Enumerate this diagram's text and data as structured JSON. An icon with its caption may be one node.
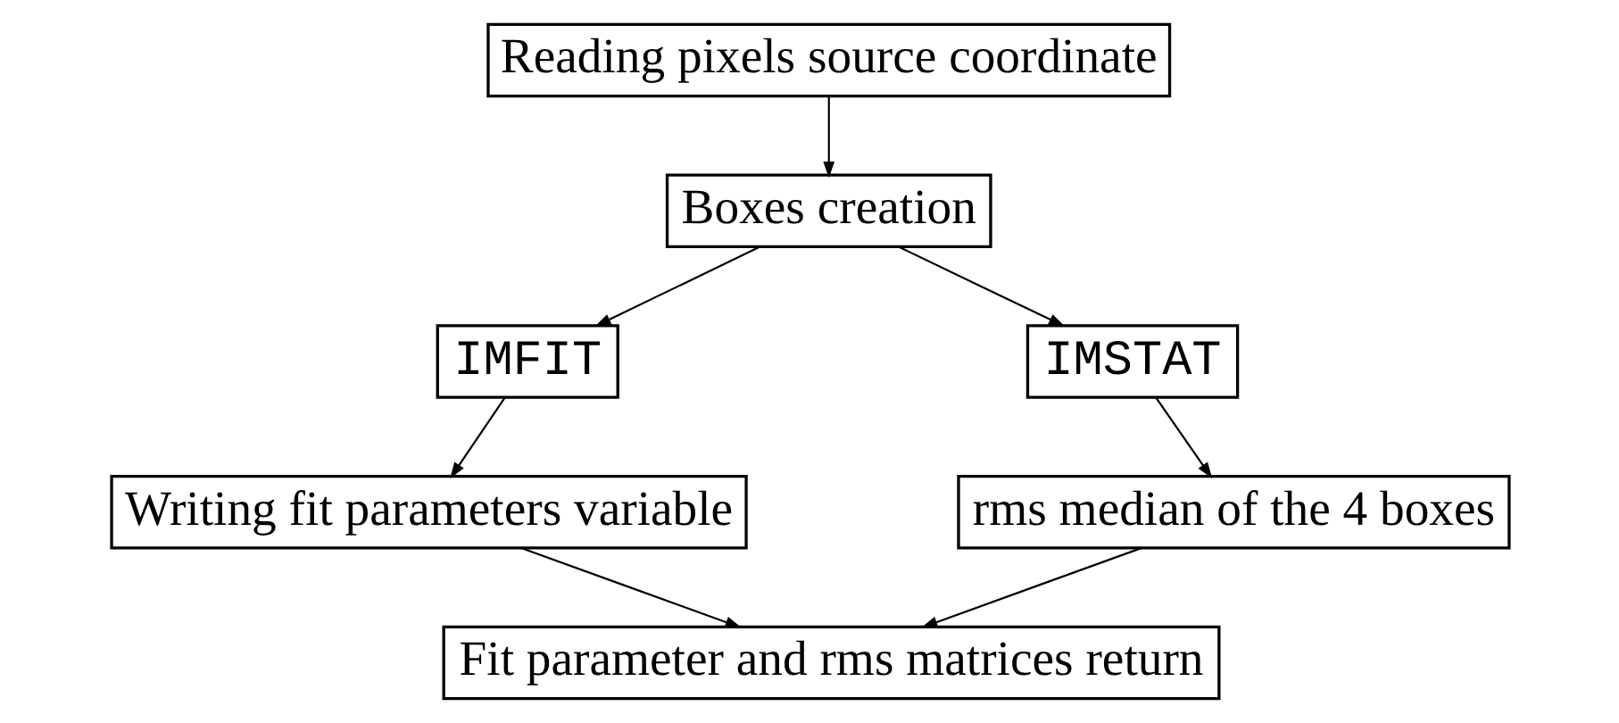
{
  "diagram": {
    "nodes": [
      {
        "text": [
          "Reading pixels source coordinate"
        ]
      },
      {
        "text": [
          "Boxes creation"
        ]
      },
      {
        "text": [
          "IMFIT"
        ]
      },
      {
        "text": [
          "IMSTAT"
        ]
      },
      {
        "text": [
          "Writing fit parameters variable"
        ]
      },
      {
        "text": [
          "rms median of the 4 boxes"
        ]
      },
      {
        "text": [
          "Fit parameter and rms matrices return"
        ]
      }
    ],
    "edges": [
      {
        "from": 0,
        "to": 1,
        "arrow": "to"
      },
      {
        "from": 1,
        "to": 2,
        "arrow": "to"
      },
      {
        "from": 1,
        "to": 3,
        "arrow": "to"
      },
      {
        "from": 2,
        "to": 4,
        "arrow": "to"
      },
      {
        "from": 3,
        "to": 5,
        "arrow": "to"
      },
      {
        "from": 4,
        "to": 6,
        "arrow": "to"
      },
      {
        "from": 5,
        "to": 6,
        "arrow": "to"
      }
    ]
  }
}
